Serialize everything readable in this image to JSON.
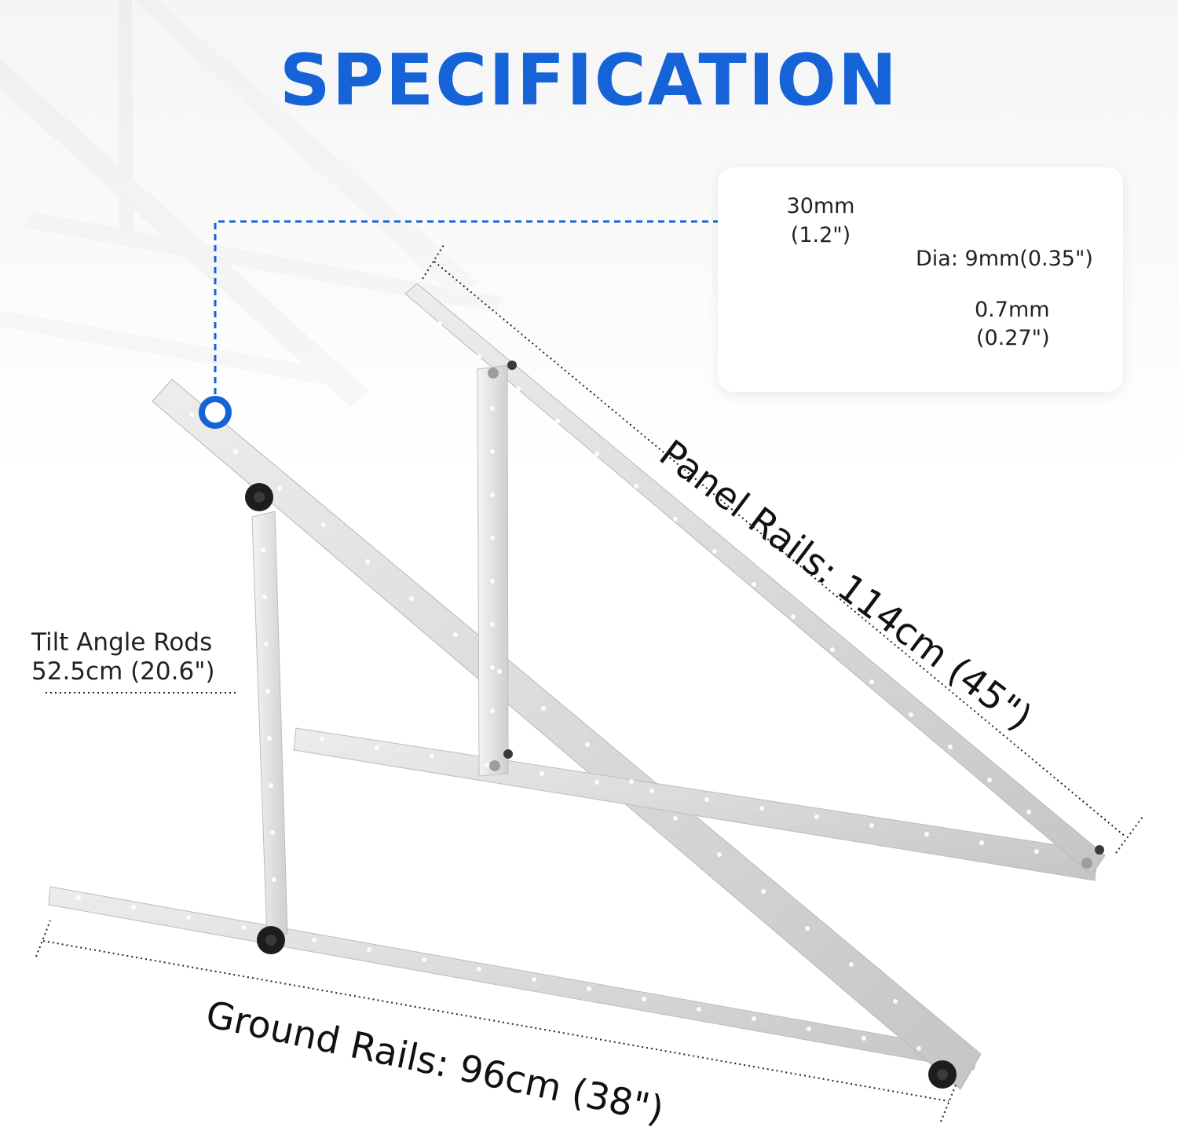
{
  "header": {
    "title": "SPECIFICATION"
  },
  "detail_callout": {
    "spacing_mm": "30mm",
    "spacing_in": "(1.2\")",
    "hole_diameter": "Dia: 9mm(0.35\")",
    "thickness_mm": "0.7mm",
    "thickness_in": "(0.27\")"
  },
  "dimensions": {
    "tilt_rods_name": "Tilt Angle Rods",
    "tilt_rods_size": "52.5cm (20.6\")",
    "panel_rails": "Panel Rails: 114cm (45\")",
    "ground_rails": "Ground Rails: 96cm (38\")"
  },
  "colors": {
    "accent": "#1563d6",
    "metal": "#d7d7d7",
    "metal_edge": "#bdbdbd",
    "knob": "#1d1d1d"
  },
  "icons": {
    "marker": "detail-marker-icon"
  }
}
